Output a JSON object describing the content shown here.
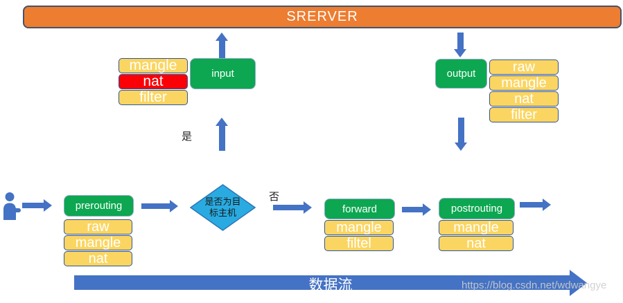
{
  "banner": {
    "label": "SRERVER"
  },
  "labels": {
    "yes": "是",
    "no": "否",
    "dataflow": "数据流",
    "watermark": "https://blog.csdn.net/wdwangye"
  },
  "decision": {
    "line1": "是否为目",
    "line2": "标主机"
  },
  "chains": {
    "input": {
      "label": "input",
      "tables": [
        {
          "label": "mangle",
          "variant": "yellow"
        },
        {
          "label": "nat",
          "variant": "red"
        },
        {
          "label": "filter",
          "variant": "yellow"
        }
      ]
    },
    "output": {
      "label": "output",
      "tables": [
        {
          "label": "raw",
          "variant": "yellow"
        },
        {
          "label": "mangle",
          "variant": "yellow"
        },
        {
          "label": "nat",
          "variant": "yellow"
        },
        {
          "label": "filter",
          "variant": "yellow"
        }
      ]
    },
    "prerouting": {
      "label": "prerouting",
      "tables": [
        {
          "label": "raw",
          "variant": "yellow"
        },
        {
          "label": "mangle",
          "variant": "yellow"
        },
        {
          "label": "nat",
          "variant": "yellow"
        }
      ]
    },
    "forward": {
      "label": "forward",
      "tables": [
        {
          "label": "mangle",
          "variant": "yellow"
        },
        {
          "label": "filtel",
          "variant": "yellow"
        }
      ]
    },
    "postrouting": {
      "label": "postrouting",
      "tables": [
        {
          "label": "mangle",
          "variant": "yellow"
        },
        {
          "label": "nat",
          "variant": "yellow"
        }
      ]
    }
  },
  "colors": {
    "banner_orange": "#ED7D31",
    "banner_border": "#44546A",
    "chain_green": "#0CA750",
    "table_yellow": "#FBD561",
    "table_red": "#FB0007",
    "table_border": "#2E5597",
    "arrow_blue": "#4472C4",
    "diamond_fill": "#29ABE2",
    "diamond_border": "#2E75B6",
    "watermark_gray": "#CDCDCD"
  }
}
